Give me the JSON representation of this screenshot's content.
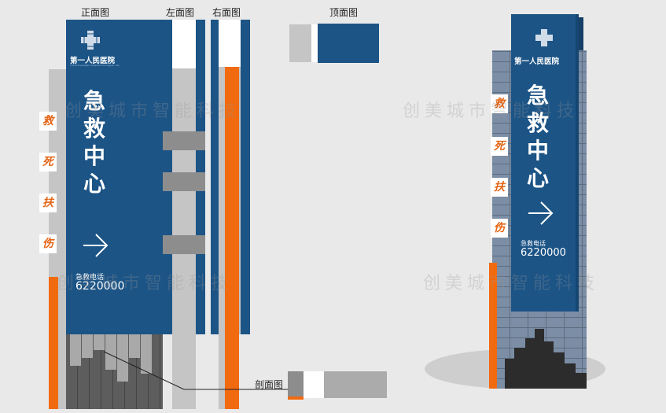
{
  "views": {
    "front": "正面图",
    "left": "左面图",
    "right": "右面图",
    "top": "顶面图",
    "section": "剖面图"
  },
  "sign": {
    "hospital": "第一人民医院",
    "hospital_en": "The first people's hospital of Longyan city",
    "title_chars": [
      "急",
      "救",
      "中",
      "心"
    ],
    "arrow": "→",
    "phone_label": "急救电话",
    "phone": "6220000",
    "slogan_chars": [
      "救",
      "死",
      "扶",
      "伤"
    ]
  },
  "watermark": "创美城市智能科技",
  "colors": {
    "panel_blue": "#1c5486",
    "accent_orange": "#f26a0f",
    "concrete_gray": "#c5c5c5",
    "background": "#e9e9e9"
  },
  "icons": [
    "medical-cross-icon",
    "arrow-right-icon"
  ]
}
